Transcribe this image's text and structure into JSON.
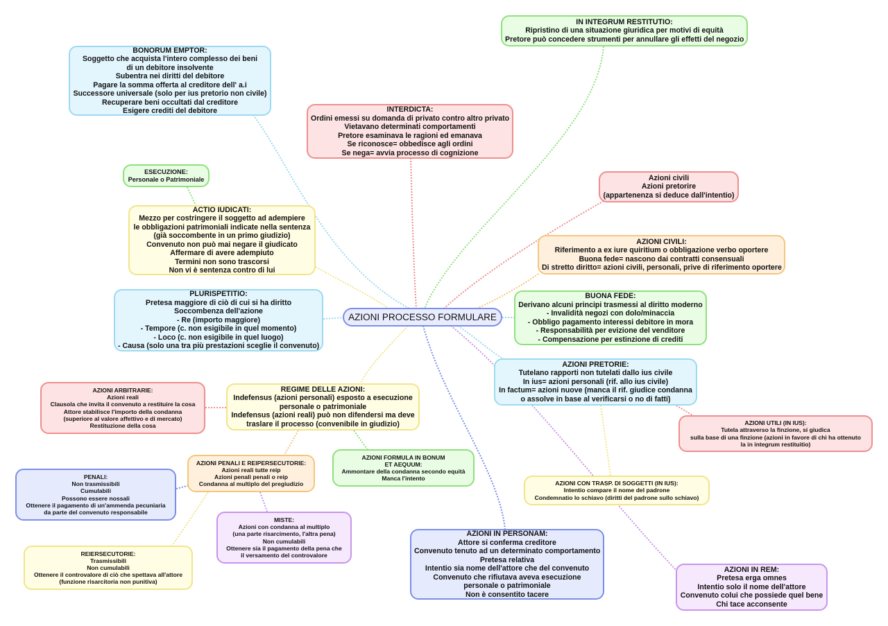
{
  "central": "AZIONI PROCESSO FORMULARE",
  "nodes": {
    "bonorum": [
      "BONORUM EMPTOR:",
      "Soggetto che acquista l'intero complesso dei beni",
      "di un debitore insolvente",
      "Subentra nei diritti del debitore",
      "Pagare la somma offerta al creditore dell' a.i",
      "Successore universale (solo per ius pretorio non civile)",
      "Recuperare beni occultati dal creditore",
      "Esigere crediti del debitore"
    ],
    "integrum": [
      "IN INTEGRUM RESTITUTIO:",
      "Ripristino di una situazione giuridica per motivi di equità",
      "Pretore può concedere strumenti per annullare gli effetti del negozio"
    ],
    "interdicta": [
      "INTERDICTA:",
      "Ordini emessi su domanda di privato contro altro privato",
      "Vietavano determinati comportamenti",
      "Pretore esaminava le ragioni ed emanava",
      "Se riconosce= obbedisce agli ordini",
      "Se nega= avvia processo di cognizione"
    ],
    "esecuzione": [
      "ESECUZIONE:",
      "Personale o Patrimoniale"
    ],
    "civili_small": [
      "Azioni civili",
      "Azioni pretorire",
      "(appartenenza si deduce dall'intentio)"
    ],
    "actio": [
      "ACTIO IUDICATI:",
      "Mezzo per costringere il soggetto ad adempiere",
      "le obbligazioni patrimoniali indicate nella sentenza",
      "(già soccombente in un primo giudizio)",
      "Convenuto non può mai negare il giudicato",
      "Affermare di avere adempiuto",
      "Termini non sono trascorsi",
      "Non vi è sentenza contro di lui"
    ],
    "civili": [
      "AZIONI CIVILI:",
      "Riferimento a ex iure quiritium o obbligazione verbo oportere",
      "Buona fede= nascono dai contratti consensuali",
      "Di stretto diritto= azioni civili, personali, prive di riferimento oportere"
    ],
    "plurispetitio": [
      "PLURISPETITIO:",
      "Pretesa maggiore di ciò di cui si ha diritto",
      "Soccombenza dell'azione",
      "- Re (importo maggiore)",
      "- Tempore (c. non esigibile in quel momento)",
      "- Loco (c. non esigibile in quel luogo)",
      "- Causa (solo una tra più prestazioni sceglie il convenuto)"
    ],
    "buona": [
      "BUONA FEDE:",
      "Derivano alcuni principi trasmessi al diritto moderno",
      "- Invalidità negozi con dolo/minaccia",
      "- Obbligo pagamento interessi debitore in mora",
      "- Responsabilità per evizione del venditore",
      "- Compensazione per estinzione di crediti"
    ],
    "pretorie": [
      "AZIONI PRETORIE:",
      "Tutelano rapporti non tutelati dallo ius civile",
      "In ius= azioni personali (rif. allo ius civile)",
      "In factum= azioni nuove (manca il rif. giudice condanna",
      "o assolve in base al verificarsi o no di fatti)"
    ],
    "arbitrarie": [
      "AZIONI ARBITRARIE:",
      "Azioni reali",
      "Clausola che invita il convenuto a restituire la cosa",
      "Attore stabilisce l'importo della condanna",
      "(superiore al valore affettivo e di mercato)",
      "Restituzione della cosa"
    ],
    "regime": [
      "REGIME DELLE AZIONI:",
      "Indefensus (azioni personali) esposto a esecuzione",
      "personale o patrimoniale",
      "Indefensus (azioni reali) può non difendersi ma deve",
      "traslare il processo (convenibile in giudizio)"
    ],
    "utili": [
      "AZIONI UTILI (IN IUS):",
      "Tutela attraverso la finzione, si giudica",
      "sulla base di una finzione (azioni in favore di chi ha ottenuto",
      "la in integrum restituitio)"
    ],
    "formula": [
      "AZIONI FORMULA IN BONUM",
      "ET AEQUUM:",
      "Ammontare della condanna secondo equità",
      "Manca l'intento"
    ],
    "penali_reip": [
      "AZIONI PENALI E REIPERSECUTORIE:",
      "Azioni reali tutte reip",
      "Azioni penali penali o reip",
      "Condanna al multiplo del pregiudizio"
    ],
    "penali": [
      "PENALI:",
      "Non trasmissibili",
      "Cumulabili",
      "Possono essere nossali",
      "Ottenere il pagamento di un'ammenda pecuniaria",
      "da parte del convenuto responsabile"
    ],
    "trasp": [
      "AZIONI CON TRASP. DI SOGGETTI (IN IUS):",
      "Intentio compare il nome del padrone",
      "Condemnatio lo schiavo (diritti del padrone sullo schiavo)"
    ],
    "miste": [
      "MISTE:",
      "Azioni con condanna al multiplo",
      "(una parte risarcimento, l'altra pena)",
      "Non cumulabili",
      "Ottenere sia il pagamento della pena che",
      "il versamento del controvalore"
    ],
    "personam": [
      "AZIONI IN PERSONAM:",
      "Attore si conferma creditore",
      "Convenuto tenuto ad un determinato comportamento",
      "Pretesa relativa",
      "Intentio sia nome dell'attore che del convenuto",
      "Convenuto che rifiutava aveva esecuzione",
      "personale o patrimoniale",
      "Non è consentito tacere"
    ],
    "reiper": [
      "REIERSECUTORIE:",
      "Trasmissibili",
      "Non cumulabili",
      "Ottenere il controvalore di ciò che spettava all'attore",
      "(funzione risarcitoria non punitiva)"
    ],
    "rem": [
      "AZIONI IN REM:",
      "Pretesa erga omnes",
      "Intentio solo il nome dell'attore",
      "Convenuto colui che possiede quel bene",
      "Chi tace acconsente"
    ]
  },
  "colors": {
    "blue": "#9dd9f0",
    "red": "#ef8d8d",
    "green": "#8fe07c",
    "yellow": "#f2e48a",
    "orange": "#f5c57c",
    "indigo": "#7b8ee8",
    "purple": "#c894ea"
  }
}
